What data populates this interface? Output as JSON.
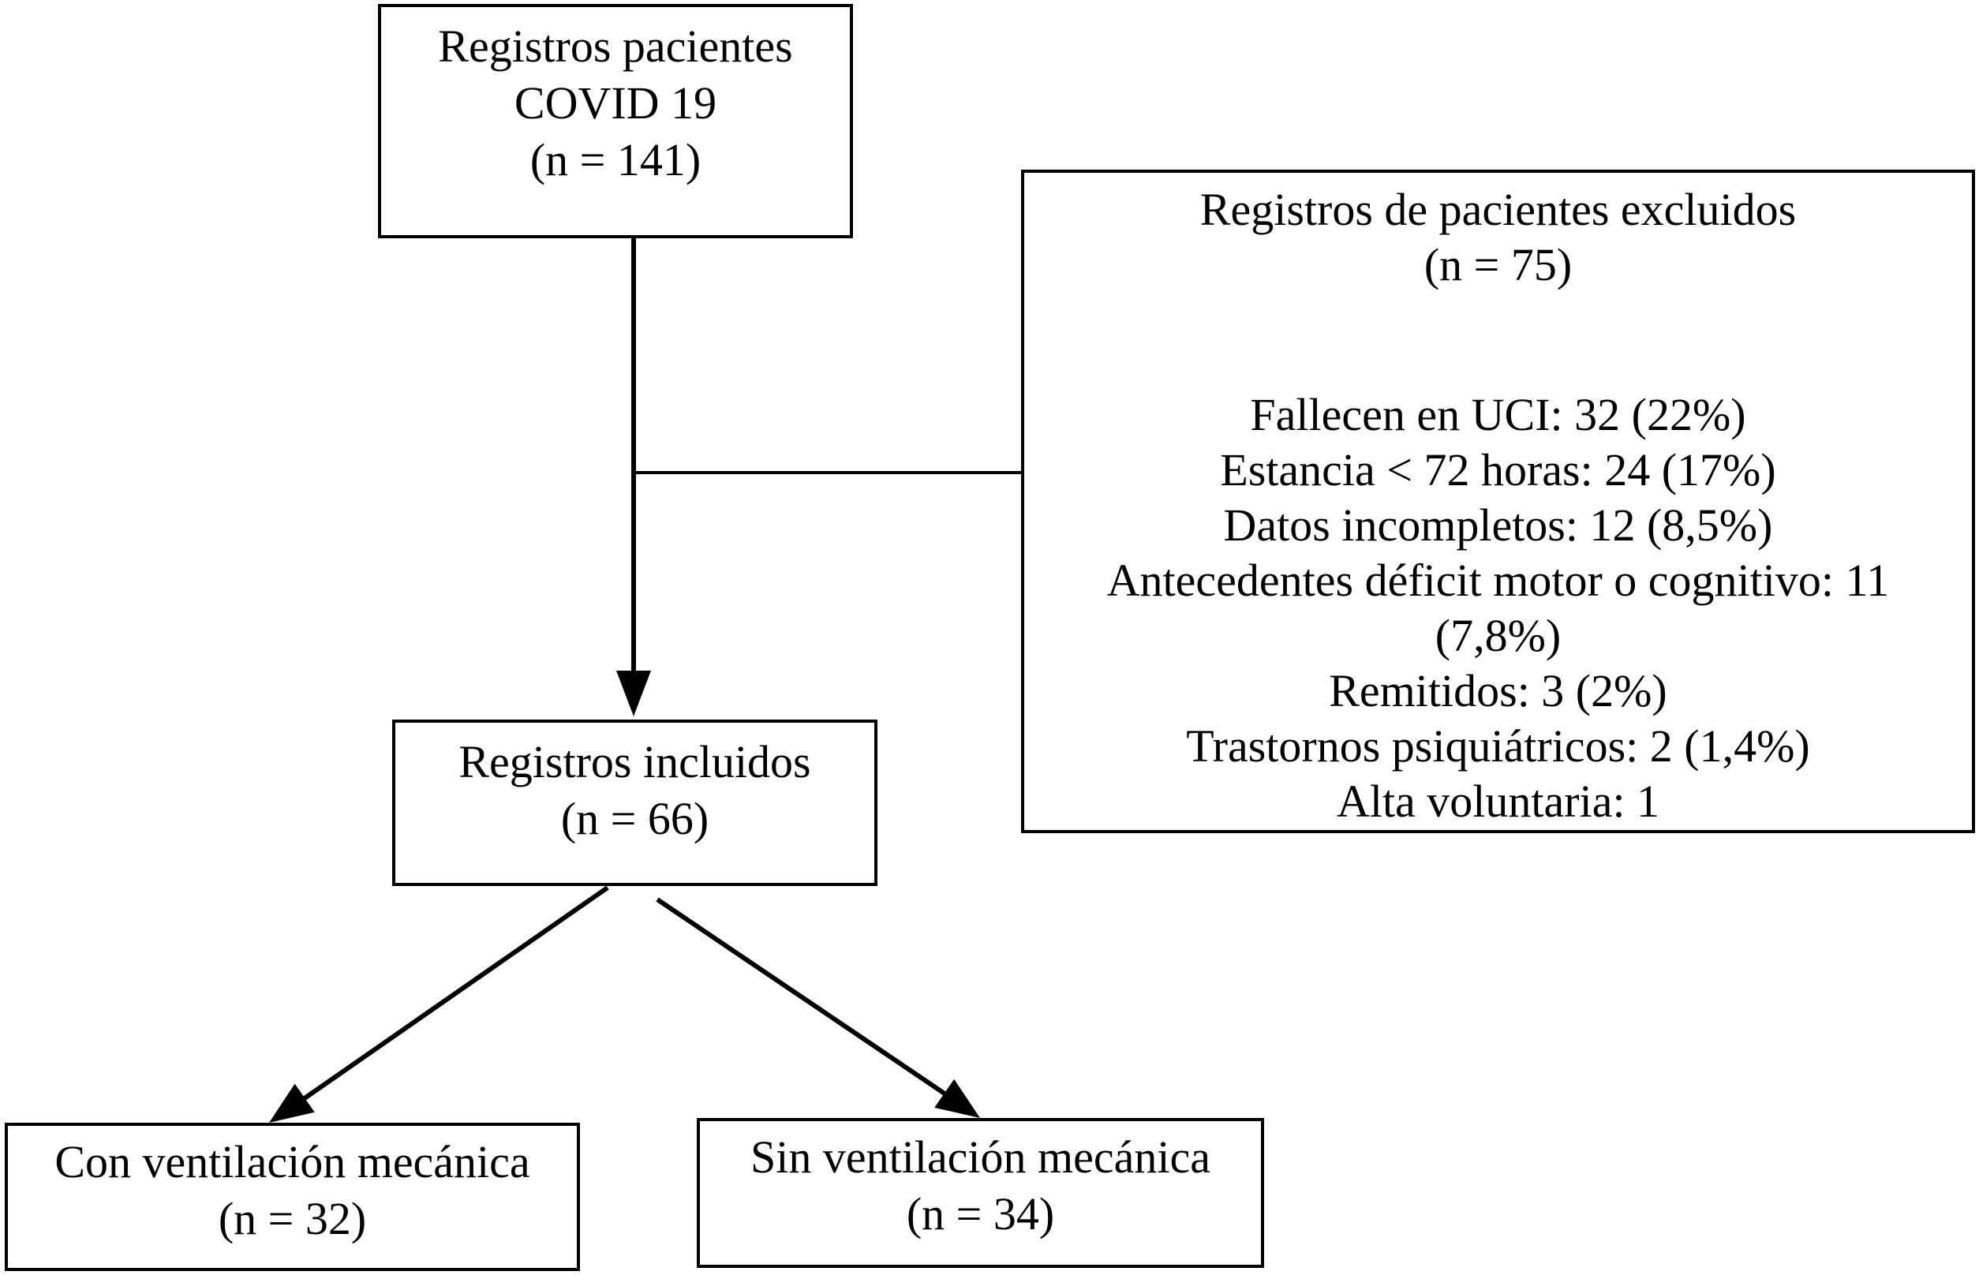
{
  "diagram": {
    "title_hint": "COVID-19 patient records flow diagram",
    "colors": {
      "background": "#ffffff",
      "line": "#000000",
      "text": "#000000"
    },
    "boxes": {
      "total": {
        "lines": [
          "Registros pacientes",
          "COVID 19",
          "(n = 141)"
        ]
      },
      "excluded": {
        "title": "Registros de pacientes excluidos",
        "n": "(n = 75)",
        "reasons": [
          "Fallecen en UCI: 32 (22%)",
          "Estancia < 72 horas: 24 (17%)",
          "Datos incompletos: 12 (8,5%)",
          "Antecedentes déficit motor o cognitivo: 11",
          "(7,8%)",
          "Remitidos: 3 (2%)",
          "Trastornos psiquiátricos: 2 (1,4%)",
          "Alta voluntaria: 1"
        ]
      },
      "included": {
        "lines": [
          "Registros incluidos",
          "(n = 66)"
        ]
      },
      "with_mv": {
        "lines": [
          "Con ventilación mecánica",
          "(n = 32)"
        ]
      },
      "without_mv": {
        "lines": [
          "Sin ventilación mecánica",
          "(n = 34)"
        ]
      }
    }
  }
}
